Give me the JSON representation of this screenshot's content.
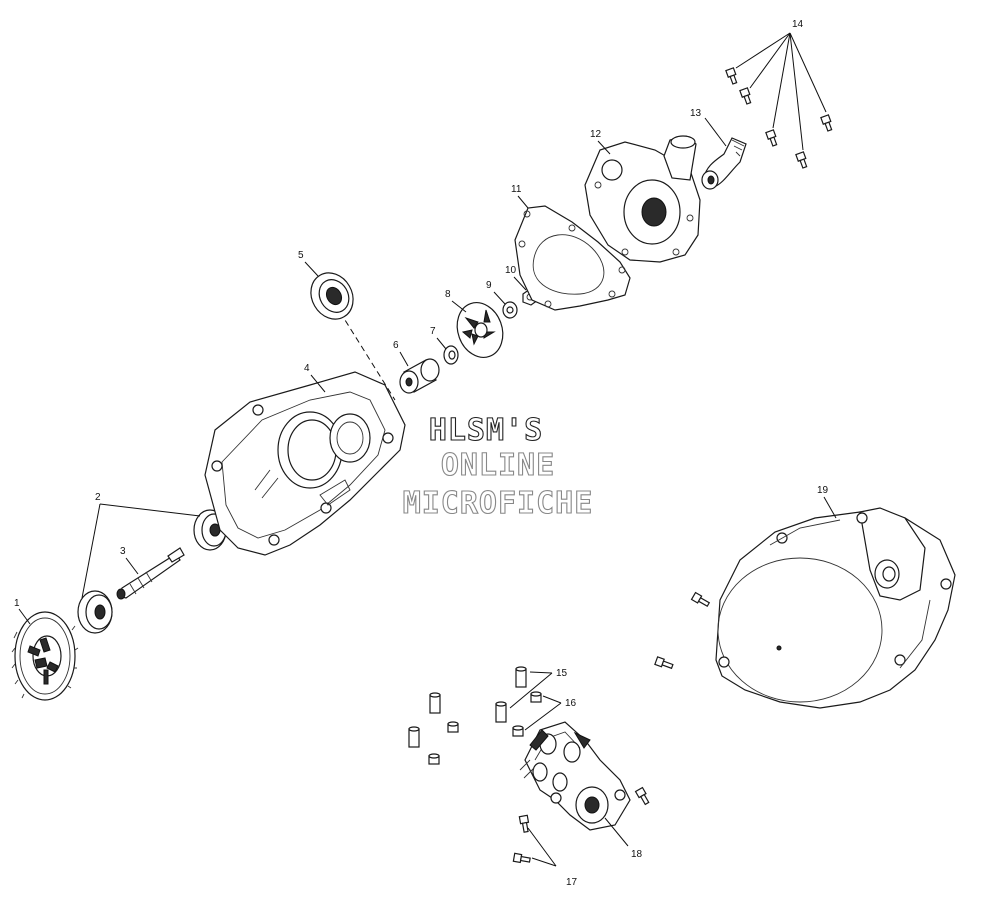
{
  "diagram": {
    "callouts": [
      {
        "id": "1",
        "label": "1"
      },
      {
        "id": "2",
        "label": "2"
      },
      {
        "id": "3",
        "label": "3"
      },
      {
        "id": "4",
        "label": "4"
      },
      {
        "id": "5",
        "label": "5"
      },
      {
        "id": "6",
        "label": "6"
      },
      {
        "id": "7",
        "label": "7"
      },
      {
        "id": "8",
        "label": "8"
      },
      {
        "id": "9",
        "label": "9"
      },
      {
        "id": "10",
        "label": "10"
      },
      {
        "id": "11",
        "label": "11"
      },
      {
        "id": "12",
        "label": "12"
      },
      {
        "id": "13",
        "label": "13"
      },
      {
        "id": "14",
        "label": "14"
      },
      {
        "id": "15",
        "label": "15"
      },
      {
        "id": "16",
        "label": "16"
      },
      {
        "id": "17",
        "label": "17"
      },
      {
        "id": "18",
        "label": "18"
      },
      {
        "id": "19",
        "label": "19"
      }
    ],
    "watermark": {
      "line1": "HLSM'S",
      "line2": "ONLINE",
      "line3": "MICROFICHE"
    }
  }
}
